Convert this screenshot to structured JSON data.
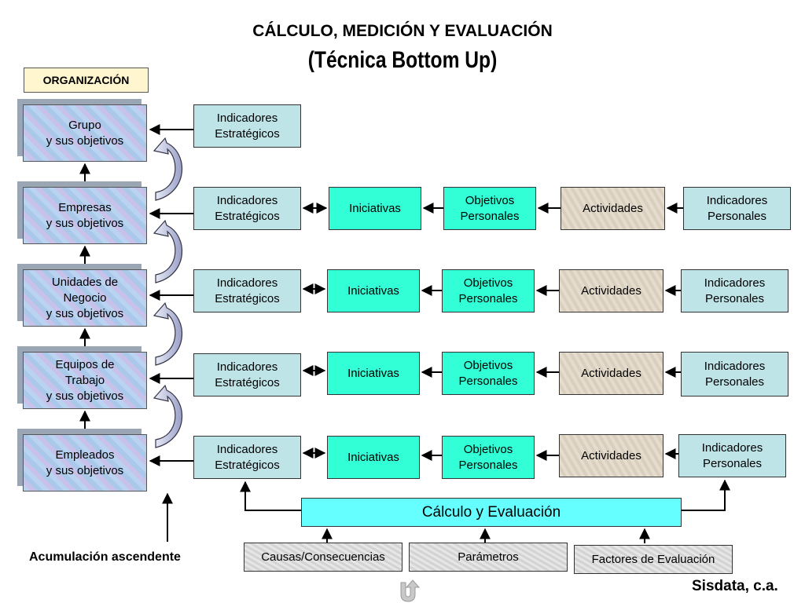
{
  "title": "CÁLCULO, MEDICIÓN Y EVALUACIÓN",
  "subtitle": "(Técnica Bottom Up)",
  "organizacion": "ORGANIZACIÓN",
  "levels": [
    "Grupo\n y sus objetivos",
    "Empresas\ny sus objetivos",
    "Unidades de\nNegocio\ny sus objetivos",
    "Equipos de\nTrabajo\ny sus objetivos",
    "Empleados\ny sus objetivos"
  ],
  "indicadores_estrategicos": "Indicadores\nEstratégicos",
  "iniciativas": "Iniciativas",
  "objetivos_personales": "Objetivos\nPersonales",
  "actividades": "Actividades",
  "indicadores_personales": "Indicadores\nPersonales",
  "calculo": "Cálculo y Evaluación",
  "causas": "Causas/Consecuencias",
  "parametros": "Parámetros",
  "factores": "Factores de Evaluación",
  "acumulacion": "Acumulación ascendente",
  "brand": "Sisdata, c.a."
}
